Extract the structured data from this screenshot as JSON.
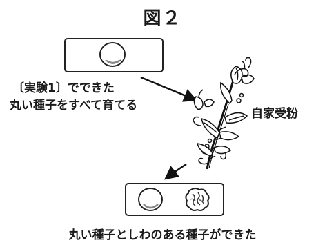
{
  "figure": {
    "title": "図２",
    "experiment_caption": {
      "line1": "〔実験1〕でできた",
      "line2": "丸い種子をすべて育てる"
    },
    "self_pollination_label": "自家受粉",
    "result_caption": "丸い種子としわのある種子ができた"
  },
  "icons": {
    "top_tray_seed": "round-seed-icon",
    "plant": "pea-plant-icon",
    "result_round_seed": "round-seed-icon",
    "result_wrinkled_seed": "wrinkled-seed-icon"
  },
  "colors": {
    "ink": "#1a1a1a",
    "background": "#ffffff"
  }
}
